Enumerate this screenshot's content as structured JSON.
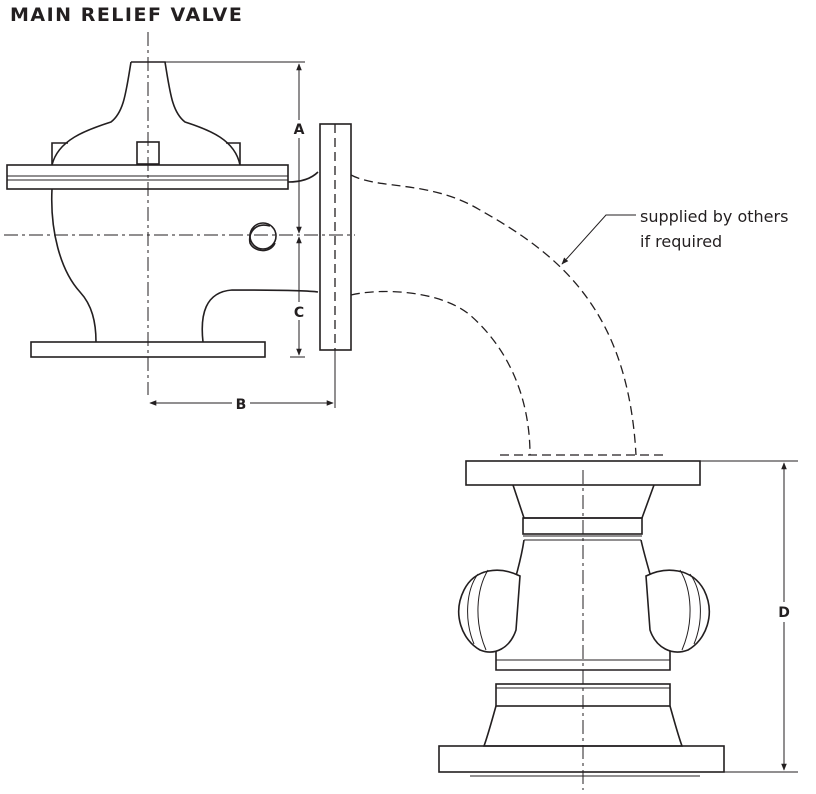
{
  "title": "MAIN RELIEF VALVE",
  "dimensions": {
    "a": "A",
    "b": "B",
    "c": "C",
    "d": "D"
  },
  "callout": {
    "line1": "supplied by others",
    "line2": "if required"
  }
}
